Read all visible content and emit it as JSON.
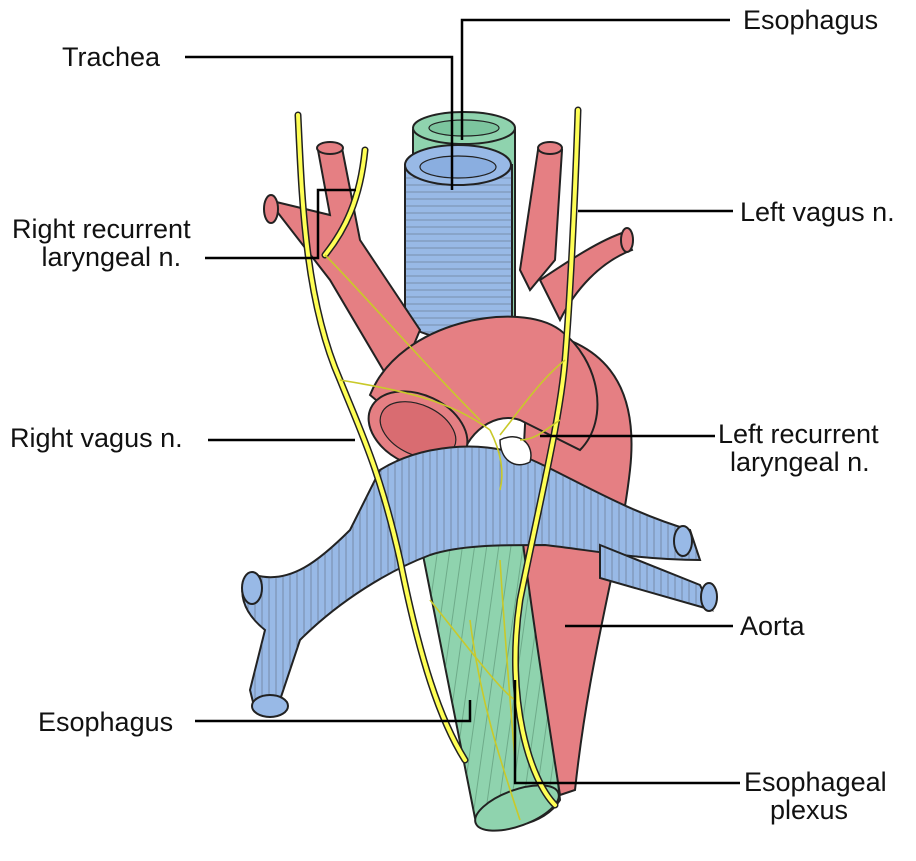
{
  "colors": {
    "trachea_bronchi": "#98b9e6",
    "aorta_arteries": "#e57f83",
    "esophagus": "#8fd3ae",
    "nerves": "#ffff55",
    "outline": "#222222",
    "leader_lines": "#000000"
  },
  "labels": {
    "esophagus_top": "Esophagus",
    "trachea": "Trachea",
    "right_recurrent": [
      "Right recurrent",
      "laryngeal n."
    ],
    "left_vagus": "Left vagus n.",
    "right_vagus": "Right vagus n.",
    "left_recurrent": [
      "Left recurrent",
      "laryngeal n."
    ],
    "aorta": "Aorta",
    "esophagus_bottom": "Esophagus",
    "esophageal_plexus": [
      "Esophageal",
      "plexus"
    ]
  }
}
